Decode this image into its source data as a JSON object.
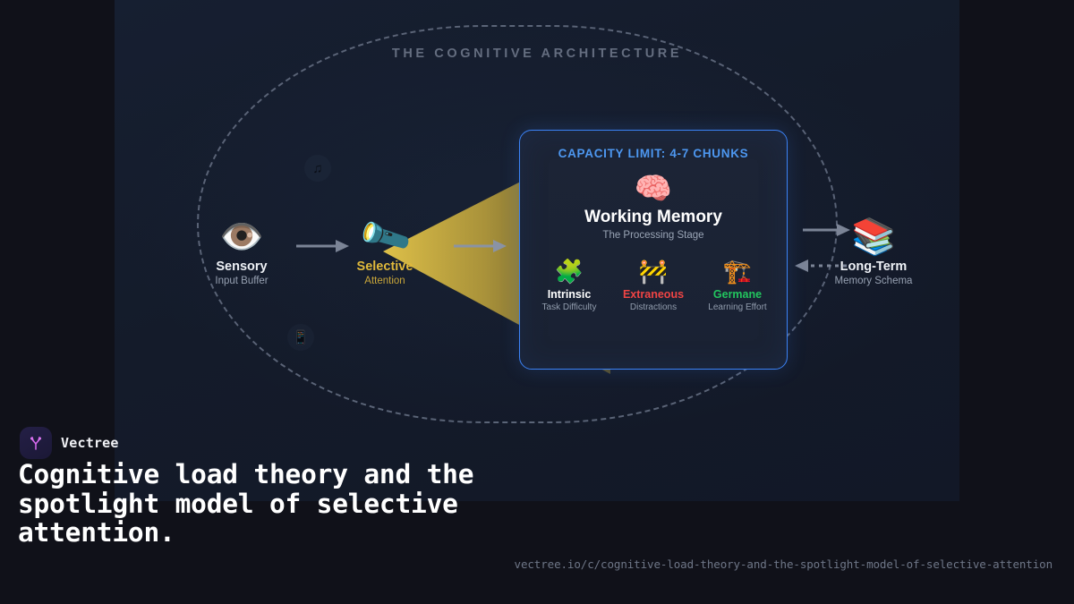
{
  "brand": {
    "name": "Vectree",
    "logo_icon": "vectree-v-tree-icon",
    "logo_color": "#d96bf0"
  },
  "headline": "Cognitive load theory and the spotlight model of selective attention.",
  "footer": {
    "url": "vectree.io/c/cognitive-load-theory-and-the-spotlight-model-of-selective-attention"
  },
  "diagram": {
    "frame_title": "THE COGNITIVE ARCHITECTURE",
    "nodes": [
      {
        "id": "sensory",
        "icon": "eye-icon",
        "emoji": "👁️",
        "label": "Sensory",
        "sublabel": "Input Buffer"
      },
      {
        "id": "selective",
        "icon": "flashlight-icon",
        "emoji": "🔦",
        "label": "Selective",
        "sublabel": "Attention",
        "color": "#e0b93b"
      },
      {
        "id": "longterm",
        "icon": "books-icon",
        "emoji": "📚",
        "label": "Long-Term",
        "sublabel": "Memory Schema"
      }
    ],
    "distractors": [
      {
        "id": "music",
        "icon": "music-note-icon",
        "glyph": "♫"
      },
      {
        "id": "phone",
        "icon": "mobile-phone-icon",
        "glyph": "📱"
      }
    ],
    "spotlight": {
      "name": "attention-spotlight-cone",
      "color": "#d4af37"
    },
    "working_memory": {
      "capacity_label": "CAPACITY LIMIT: 4-7 CHUNKS",
      "capacity_color": "#4d97f0",
      "icon": "brain-icon",
      "emoji": "🧠",
      "title": "Working Memory",
      "subtitle": "The Processing Stage",
      "border_color": "#3b82f6",
      "load_types": [
        {
          "id": "intrinsic",
          "icon": "puzzle-piece-icon",
          "emoji": "🧩",
          "name": "Intrinsic",
          "desc": "Task Difficulty",
          "color": "#ffffff"
        },
        {
          "id": "extraneous",
          "icon": "construction-barrier-icon",
          "emoji": "🚧",
          "name": "Extraneous",
          "desc": "Distractions",
          "color": "#ef4444"
        },
        {
          "id": "germane",
          "icon": "crane-icon",
          "emoji": "🏗️",
          "name": "Germane",
          "desc": "Learning Effort",
          "color": "#22c55e"
        }
      ]
    },
    "arrows": [
      {
        "id": "sensory-to-selective",
        "style": "solid"
      },
      {
        "id": "selective-to-working-memory",
        "style": "solid"
      },
      {
        "id": "working-memory-to-long-term",
        "style": "solid"
      },
      {
        "id": "long-term-to-working-memory",
        "style": "dotted"
      }
    ]
  }
}
